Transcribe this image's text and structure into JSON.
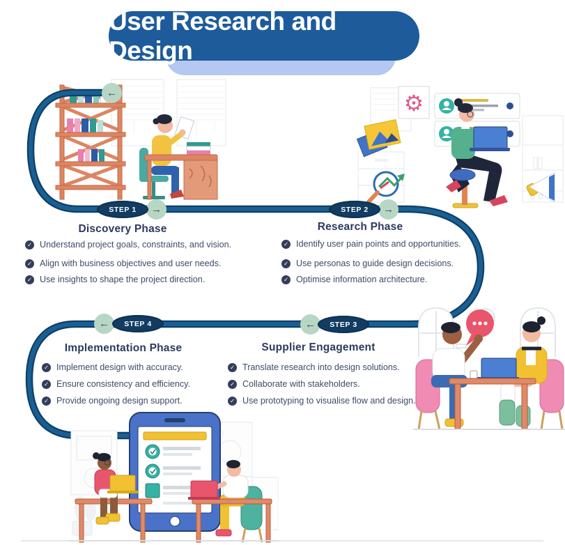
{
  "title": "User Research and Design",
  "glyphs": {
    "check": "✓",
    "arrow_right": "→",
    "arrow_left": "←"
  },
  "steps": [
    {
      "badge": "STEP 1",
      "heading": "Discovery Phase",
      "direction": "forward",
      "bullets": [
        "Understand project goals, constraints, and vision.",
        "Align with business objectives and user needs.",
        "Use insights to shape the project direction."
      ]
    },
    {
      "badge": "STEP 2",
      "heading": "Research Phase",
      "direction": "forward",
      "bullets": [
        "Identify user pain points and opportunities.",
        "Use personas to guide design decisions.",
        "Optimise information architecture."
      ]
    },
    {
      "badge": "STEP 3",
      "heading": "Supplier Engagement",
      "direction": "backward",
      "bullets": [
        "Translate research into design solutions.",
        "Collaborate with stakeholders.",
        "Use prototyping to visualise flow and design."
      ]
    },
    {
      "badge": "STEP 4",
      "heading": "Implementation Phase",
      "direction": "backward",
      "bullets": [
        "Implement design with accuracy.",
        "Ensure consistency and efficiency.",
        "Provide ongoing design support."
      ]
    }
  ],
  "illustrations": {
    "discovery": "woman-reading-at-desk-with-bookshelf",
    "research": "woman-on-stool-with-laptop-and-user-profile-cards",
    "supplier": "two-people-meeting-at-table-with-laptop",
    "implementation": "team-building-checklist-app-on-giant-tablet"
  },
  "colors": {
    "title_pill": "#1d5b9b",
    "title_shadow": "#b5c8f1",
    "path_outer": "#0e4066",
    "path_inner": "#1a5f94",
    "step_badge": "#123c61",
    "arrow_circle": "#b7d6c3",
    "heading_text": "#2d3a5f",
    "body_text": "#3e4a68",
    "check_icon": "#333e5c",
    "speech_bubble": "#e9556a",
    "accent_teal": "#35b2a4",
    "accent_yellow": "#f2c132",
    "accent_salmon": "#df8a68"
  }
}
